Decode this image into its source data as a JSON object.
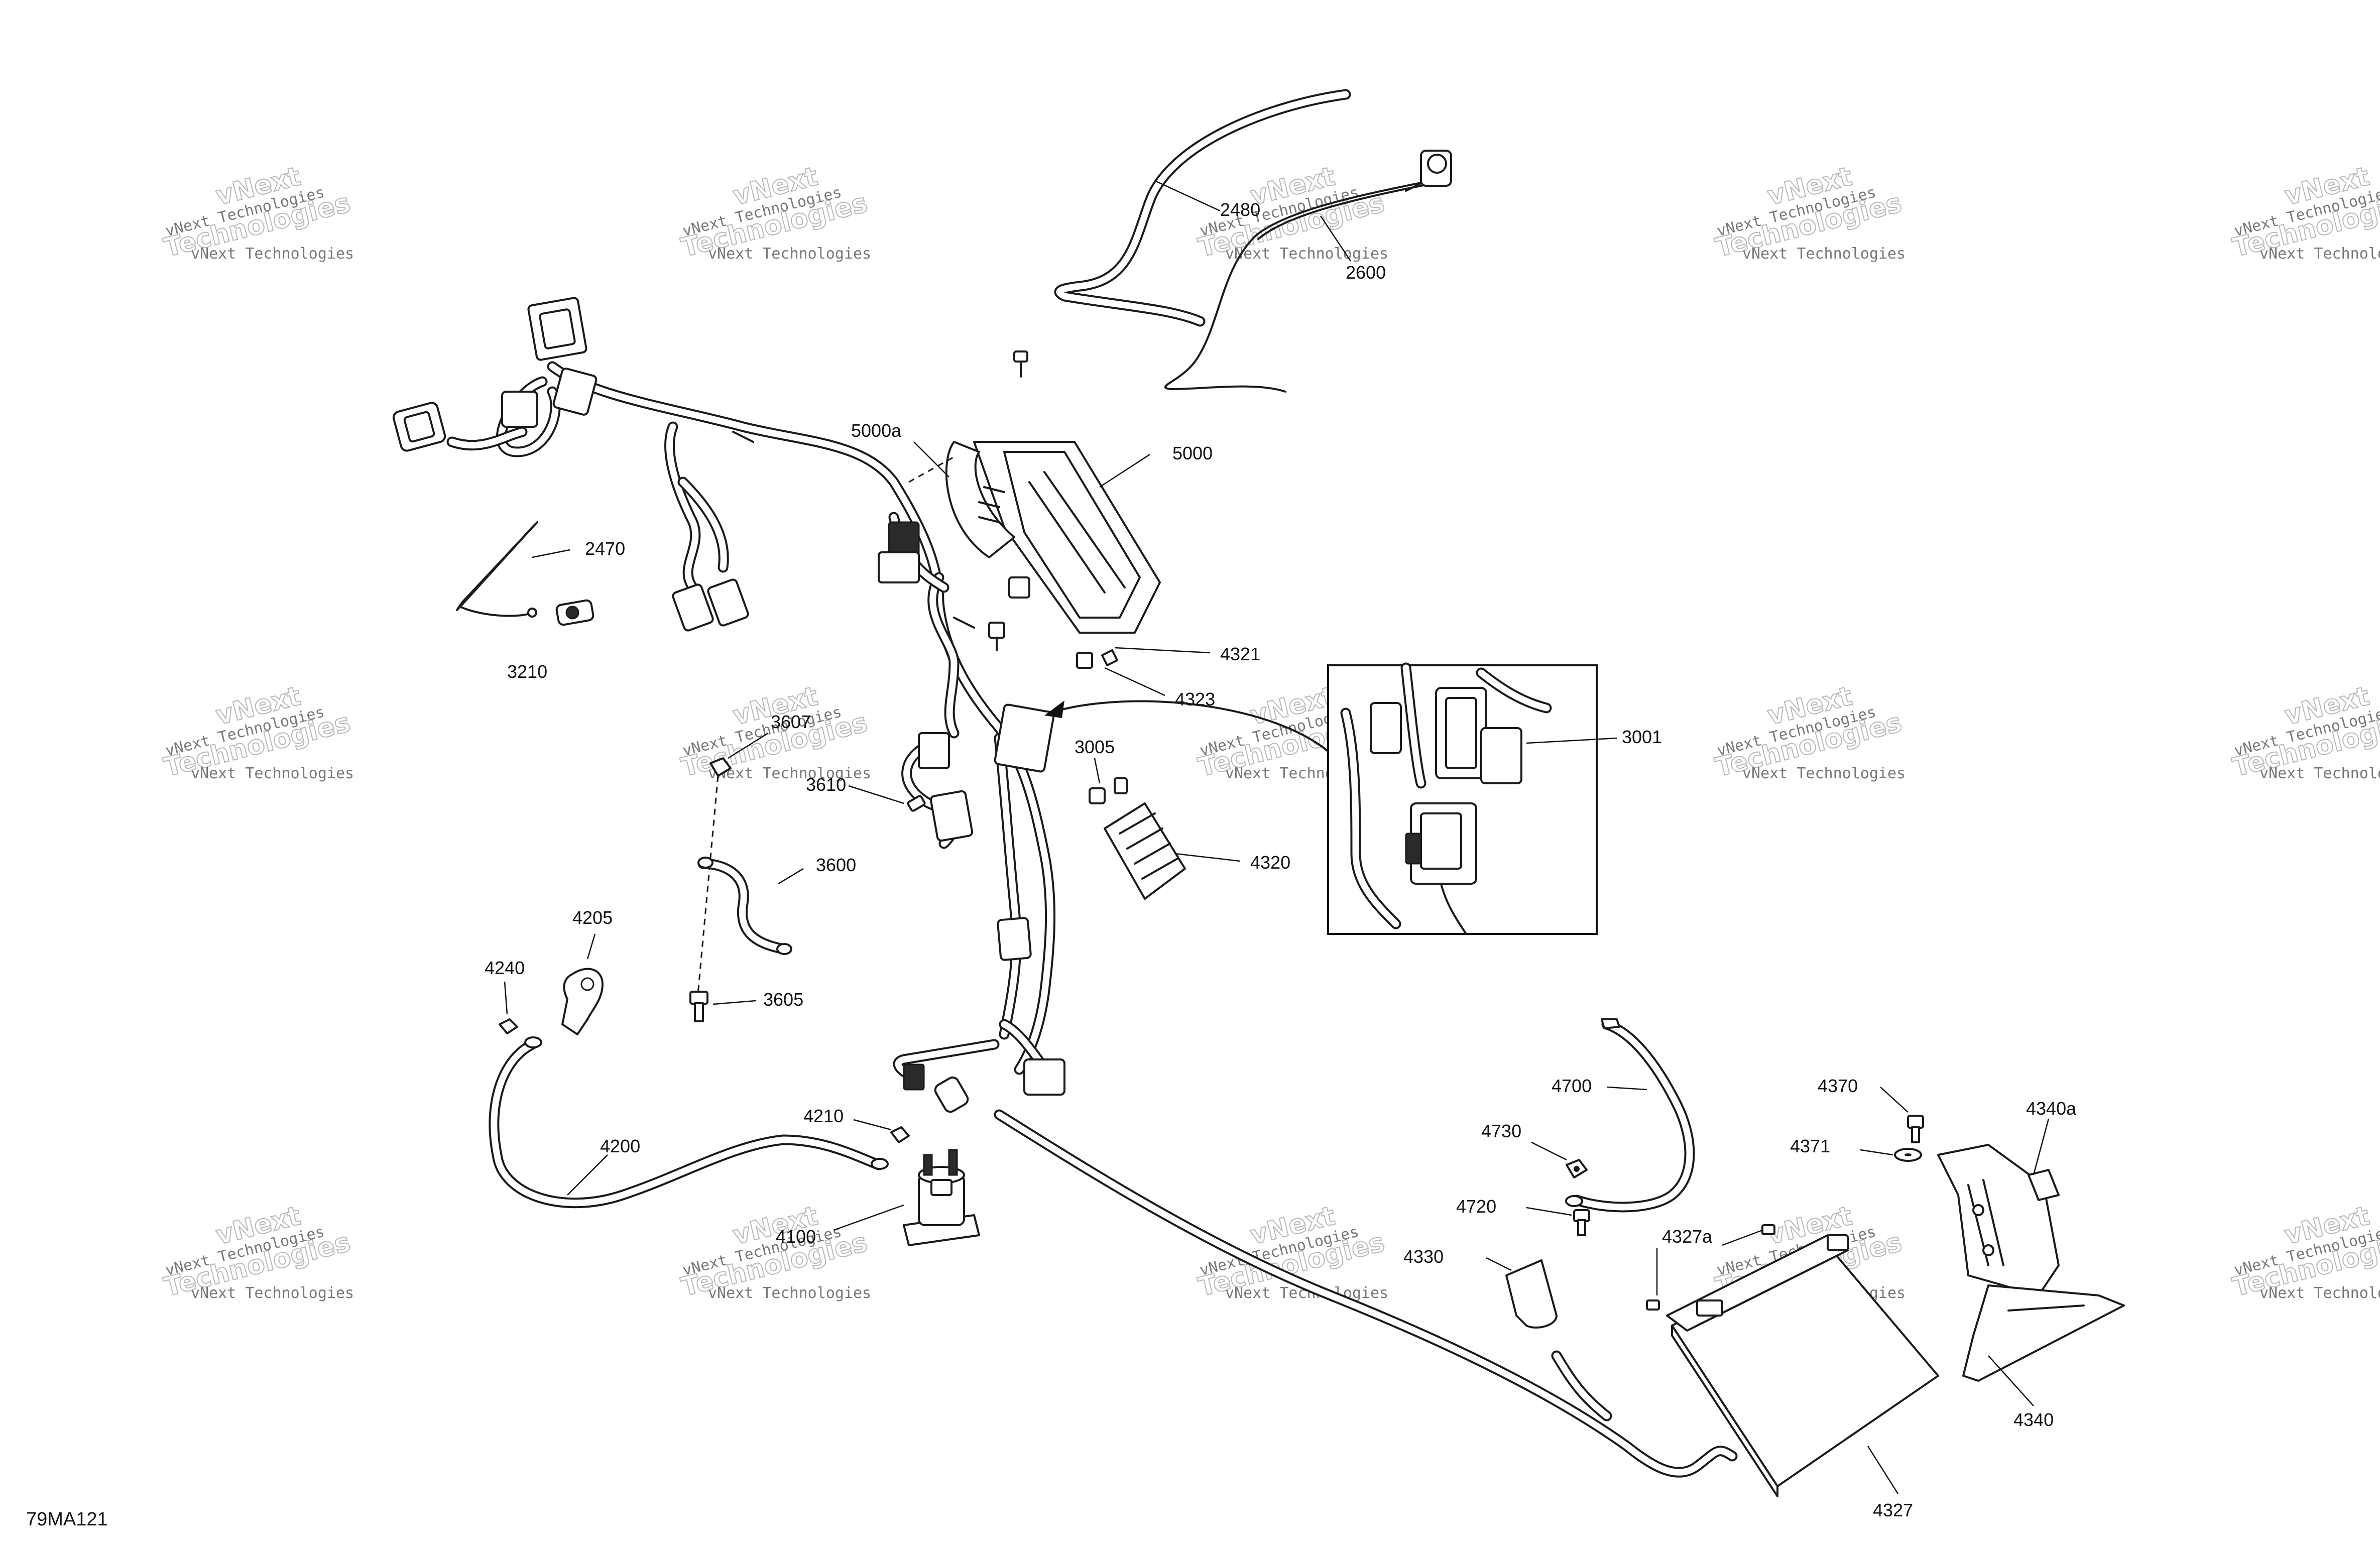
{
  "diagram": {
    "reference_code": "79MA121",
    "watermark": {
      "line1": "vNext Technologies",
      "line2": "Technologies",
      "line_small": "vNext"
    },
    "callouts": [
      "2480",
      "2600",
      "5000a",
      "5000",
      "2470",
      "3210",
      "4321",
      "4323",
      "3001",
      "3607",
      "3005",
      "3610",
      "4320",
      "3600",
      "4205",
      "4240",
      "3605",
      "4210",
      "4200",
      "4100",
      "4700",
      "4730",
      "4720",
      "4370",
      "4371",
      "4340a",
      "4330",
      "4327a",
      "4340",
      "4327"
    ],
    "detail_inset": {
      "callout": "3001"
    }
  }
}
